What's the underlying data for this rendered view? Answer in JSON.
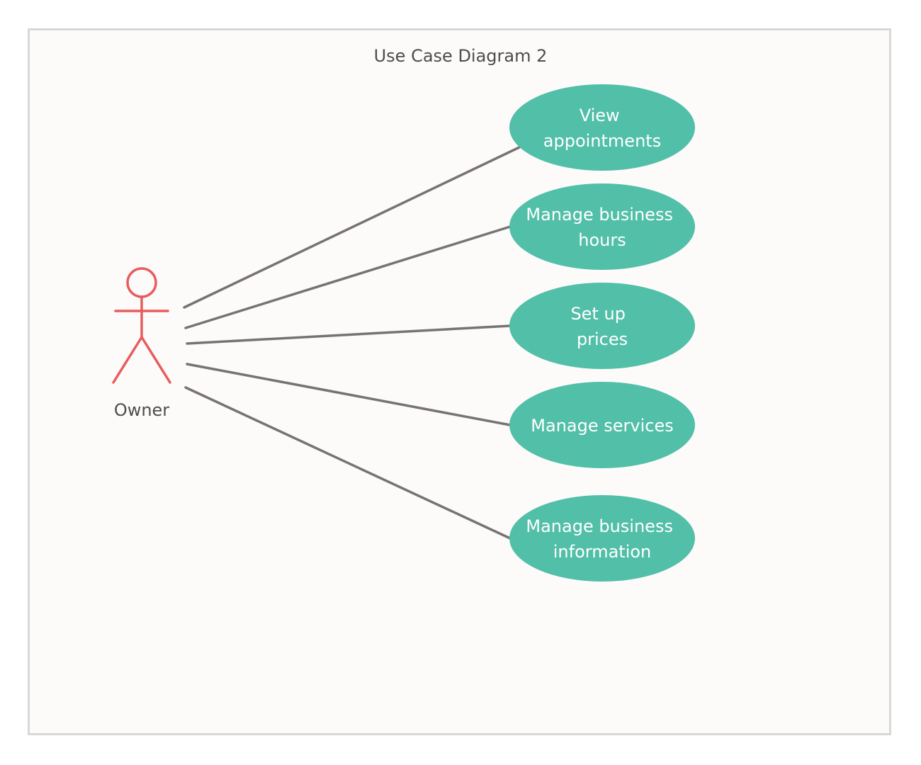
{
  "diagram": {
    "title": "Use Case Diagram 2",
    "actor": {
      "name": "Owner",
      "color": "#e85c5c"
    },
    "use_cases": [
      {
        "lines": [
          "View",
          "appointments"
        ]
      },
      {
        "lines": [
          "Manage business",
          "hours"
        ]
      },
      {
        "lines": [
          "Set up",
          "prices"
        ]
      },
      {
        "lines": [
          "Manage services"
        ]
      },
      {
        "lines": [
          "Manage business",
          "information"
        ]
      }
    ],
    "colors": {
      "use_case_fill": "#52bfa8",
      "connector": "#787370",
      "frame_border": "#d8d8d8",
      "frame_background": "#fcfbfa"
    }
  }
}
